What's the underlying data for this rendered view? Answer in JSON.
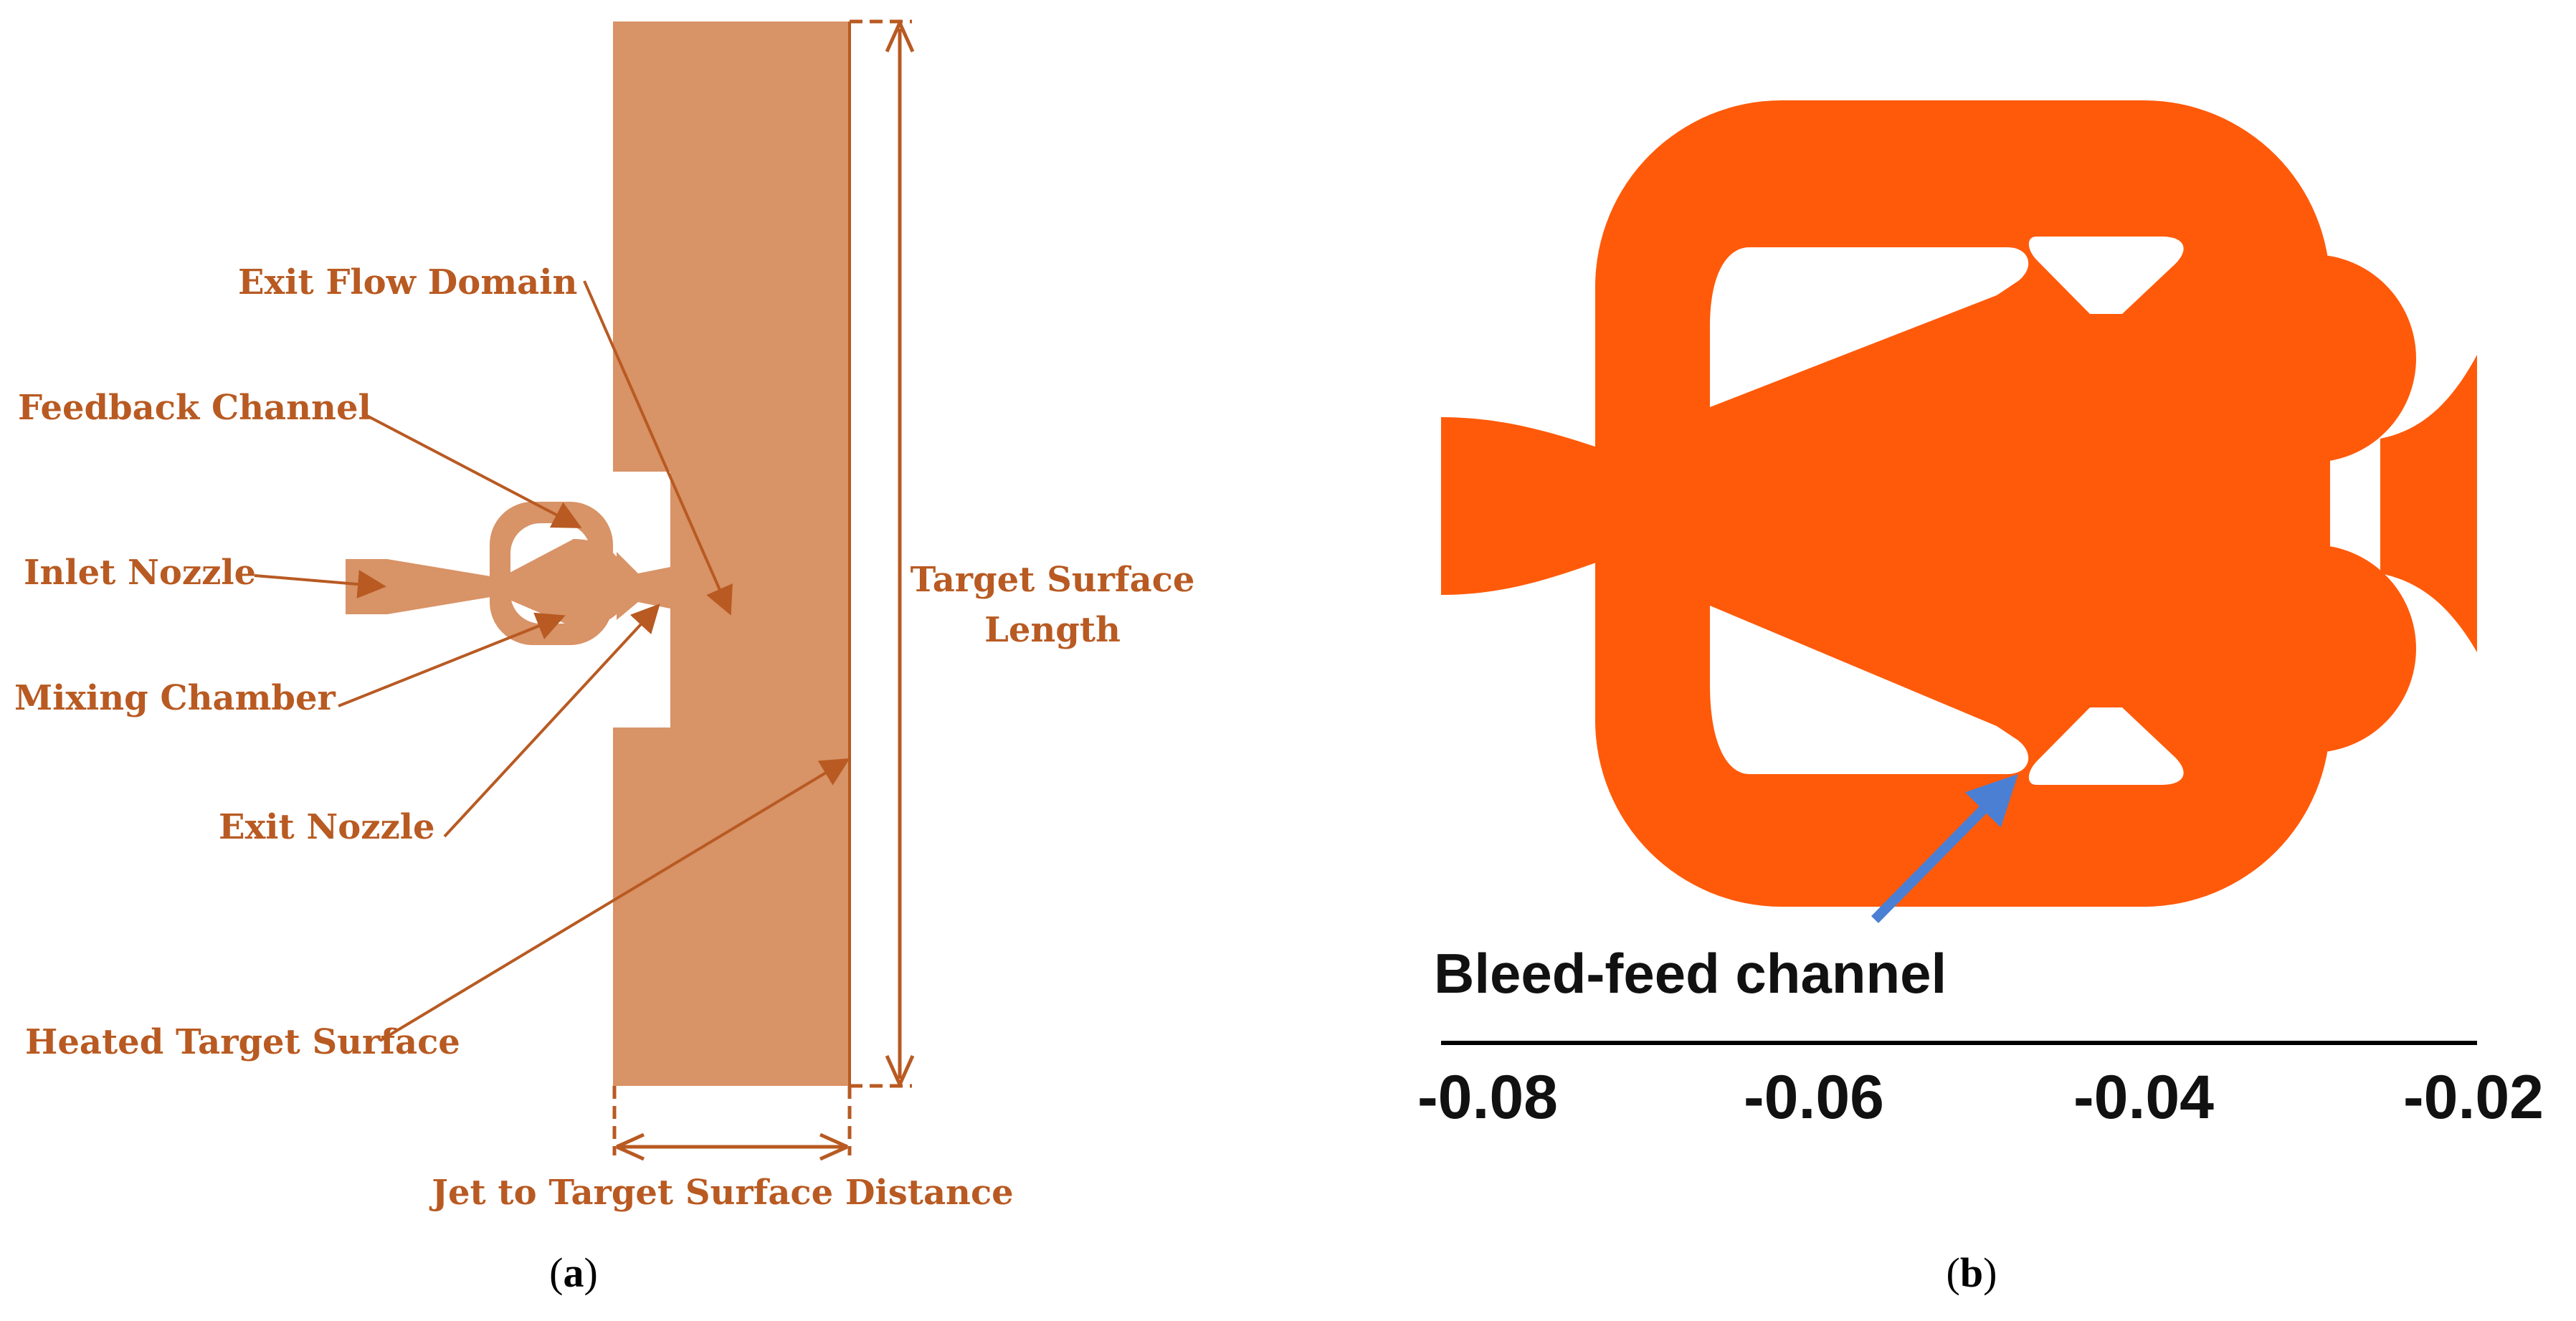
{
  "colors": {
    "panel_a_fill": "#d89367",
    "panel_a_lines": "#b85a22",
    "panel_a_text": "#b85a22",
    "panel_b_fill": "#ff5a0a",
    "panel_b_arrow": "#4a7fd4",
    "panel_b_text": "#111111"
  },
  "panel_a": {
    "labels": {
      "exit_flow_domain": "Exit Flow Domain",
      "feedback_channel": "Feedback Channel",
      "inlet_nozzle": "Inlet Nozzle",
      "mixing_chamber": "Mixing Chamber",
      "exit_nozzle": "Exit Nozzle",
      "heated_target_surface": "Heated Target Surface",
      "target_surface_length_1": "Target Surface",
      "target_surface_length_2": "Length",
      "jet_to_target_distance": "Jet to Target Surface Distance"
    },
    "caption": {
      "open": "(",
      "letter": "a",
      "close": ")"
    }
  },
  "panel_b": {
    "annotation": "Bleed-feed channel",
    "axis_ticks": [
      "-0.08",
      "-0.06",
      "-0.04",
      "-0.02"
    ],
    "caption": {
      "open": "(",
      "letter": "b",
      "close": ")"
    }
  }
}
